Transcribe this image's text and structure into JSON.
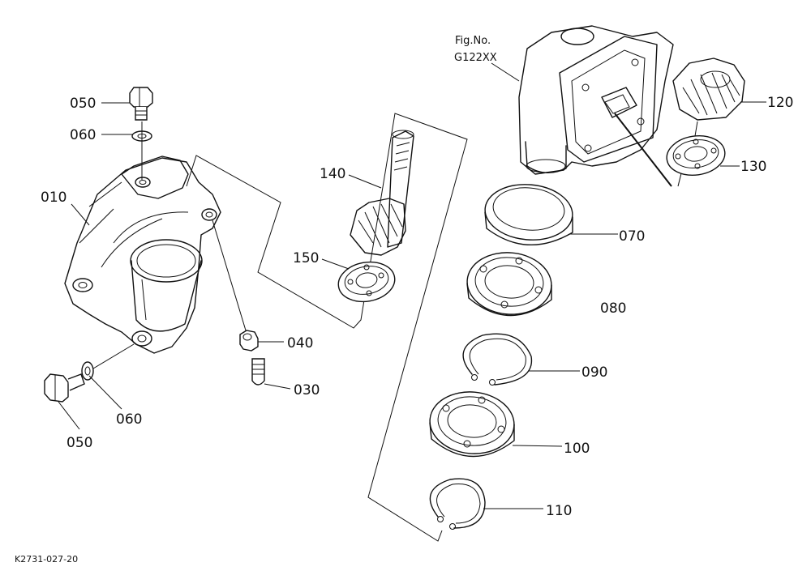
{
  "figure": {
    "fig_no_label": "Fig.No.",
    "fig_no_value": "G122XX",
    "reference_code": "K2731-027-20"
  },
  "callouts": {
    "c050_top": "050",
    "c060_top": "060",
    "c010": "010",
    "c140": "140",
    "c150": "150",
    "c040": "040",
    "c030": "030",
    "c060_bottom": "060",
    "c050_bottom": "050",
    "c120": "120",
    "c130": "130",
    "c070": "070",
    "c080": "080",
    "c090": "090",
    "c100": "100",
    "c110": "110"
  }
}
